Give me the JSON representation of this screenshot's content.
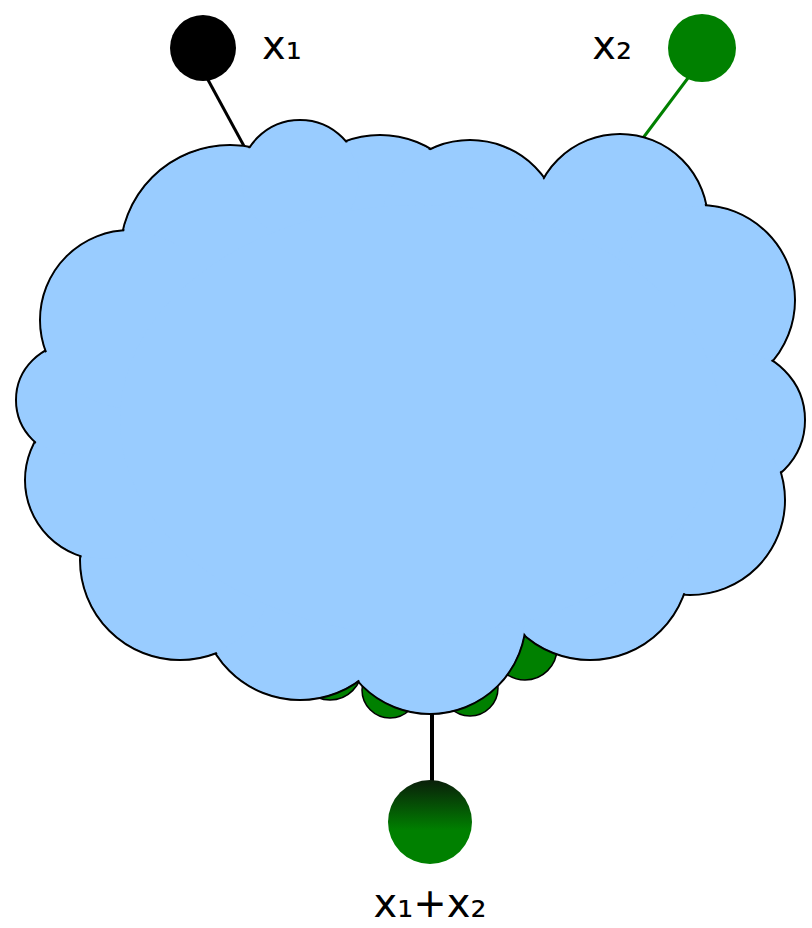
{
  "diagram": {
    "nodes": [
      {
        "text": [
          "x₁"
        ]
      },
      {
        "text": [
          "x₂"
        ]
      },
      {
        "text": [
          "x₁+x₂"
        ]
      }
    ]
  }
}
